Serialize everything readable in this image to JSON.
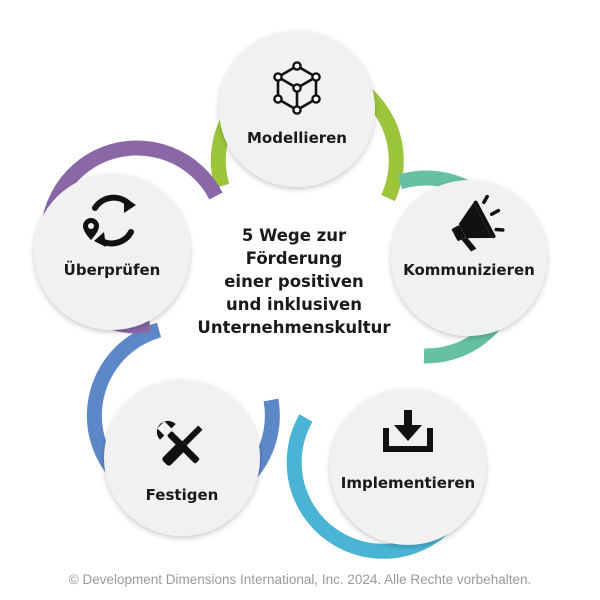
{
  "diagram": {
    "title_lines": [
      "5 Wege zur",
      "Förderung",
      "einer positiven",
      "und inklusiven",
      "Unternehmenskultur"
    ],
    "nodes": [
      {
        "id": "modellieren",
        "label": "Modellieren",
        "color": "#9cc53c",
        "icon": "cube-icon"
      },
      {
        "id": "kommunizieren",
        "label": "Kommunizieren",
        "color": "#66c1a4",
        "icon": "megaphone-icon"
      },
      {
        "id": "implementieren",
        "label": "Implementieren",
        "color": "#49b4d4",
        "icon": "download-icon"
      },
      {
        "id": "festigen",
        "label": "Festigen",
        "color": "#5d88c8",
        "icon": "tools-icon"
      },
      {
        "id": "ueberpruefen",
        "label": "Überprüfen",
        "color": "#8a68a8",
        "icon": "refresh-location-icon"
      }
    ],
    "inner_fill": "#f1f1f1"
  },
  "footer": {
    "copyright": "© Development Dimensions International, Inc. 2024. Alle Rechte vorbehalten."
  }
}
